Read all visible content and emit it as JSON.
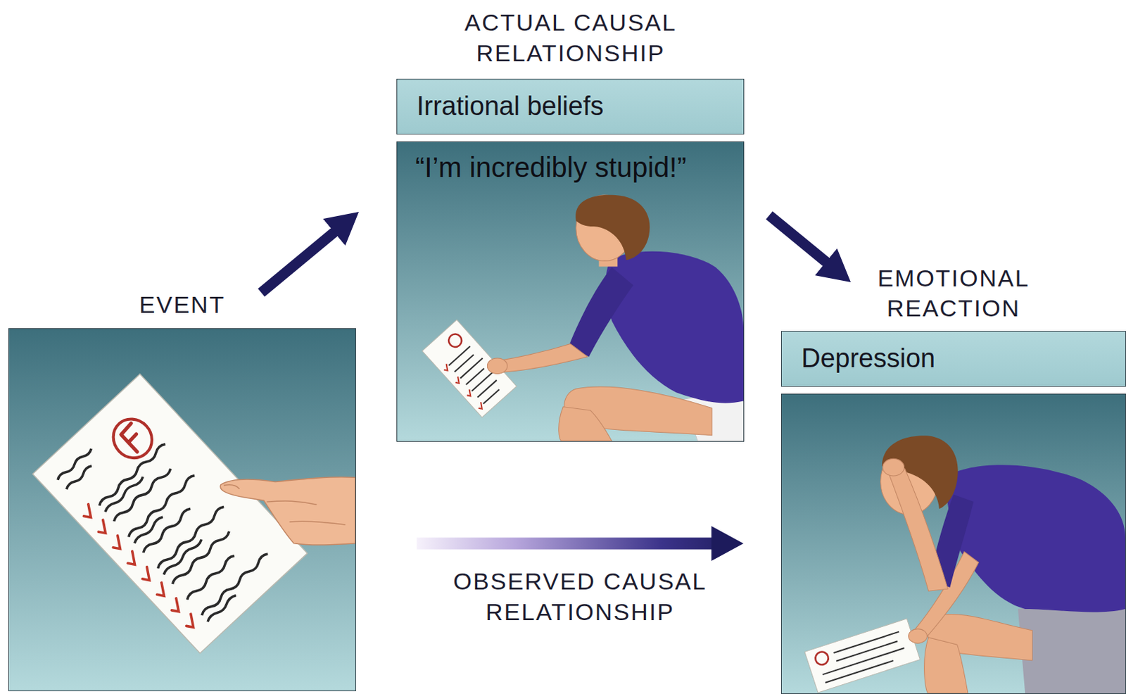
{
  "diagram": {
    "nodes": [
      {
        "text": [
          "EVENT"
        ]
      },
      {
        "text": [
          "Irrational beliefs",
          "“I’m incredibly stupid!”"
        ]
      },
      {
        "text": [
          "EMOTIONAL REACTION",
          "Depression"
        ]
      }
    ],
    "edges": [
      {
        "from": 0,
        "to": 1,
        "arrow": "to"
      },
      {
        "from": 1,
        "to": 2,
        "arrow": "to"
      },
      {
        "from": 0,
        "to": 2,
        "arrow": "to",
        "label": "OBSERVED CAUSAL RELATIONSHIP"
      }
    ],
    "labels": [
      "ACTUAL CAUSAL RELATIONSHIP"
    ]
  }
}
